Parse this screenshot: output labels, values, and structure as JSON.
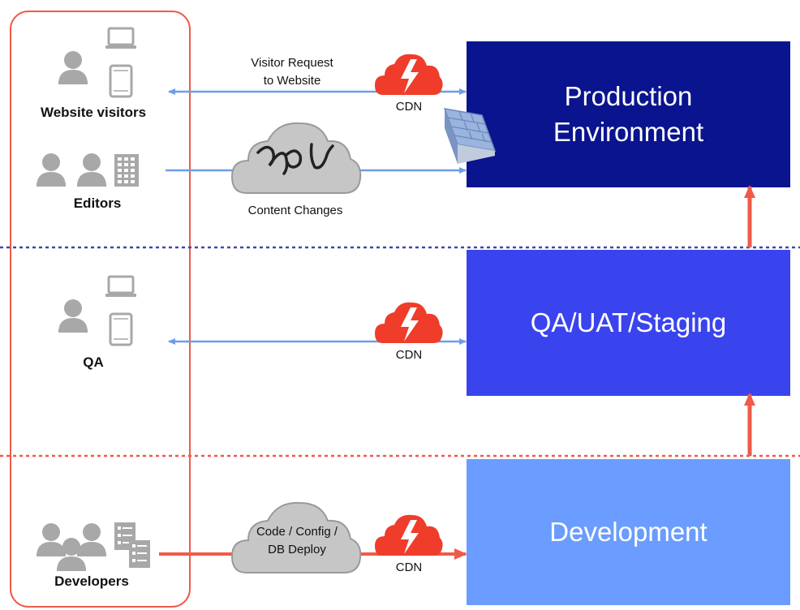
{
  "actors": {
    "visitors": "Website visitors",
    "editors": "Editors",
    "qa": "QA",
    "developers": "Developers"
  },
  "flows": {
    "visitor_request_line1": "Visitor Request",
    "visitor_request_line2": "to Website",
    "content_changes": "Content Changes",
    "deploy_line1": "Code / Config /",
    "deploy_line2": "DB Deploy",
    "cdn": "CDN"
  },
  "environments": {
    "production_line1": "Production",
    "production_line2": "Environment",
    "staging": "QA/UAT/Staging",
    "development": "Development"
  },
  "colors": {
    "production": "#0a148e",
    "staging": "#3a44ee",
    "development": "#6b9cff",
    "cdn": "#f03c2a",
    "accent_red": "#f05a4a",
    "arrow_blue": "#6e9de6",
    "icon_gray": "#a8a8a8"
  },
  "icons": [
    "person-icon",
    "laptop-icon",
    "phone-icon",
    "building-icon",
    "cdn-cloud-icon",
    "firewall-icon",
    "episerver-cloud-icon",
    "document-icon"
  ]
}
